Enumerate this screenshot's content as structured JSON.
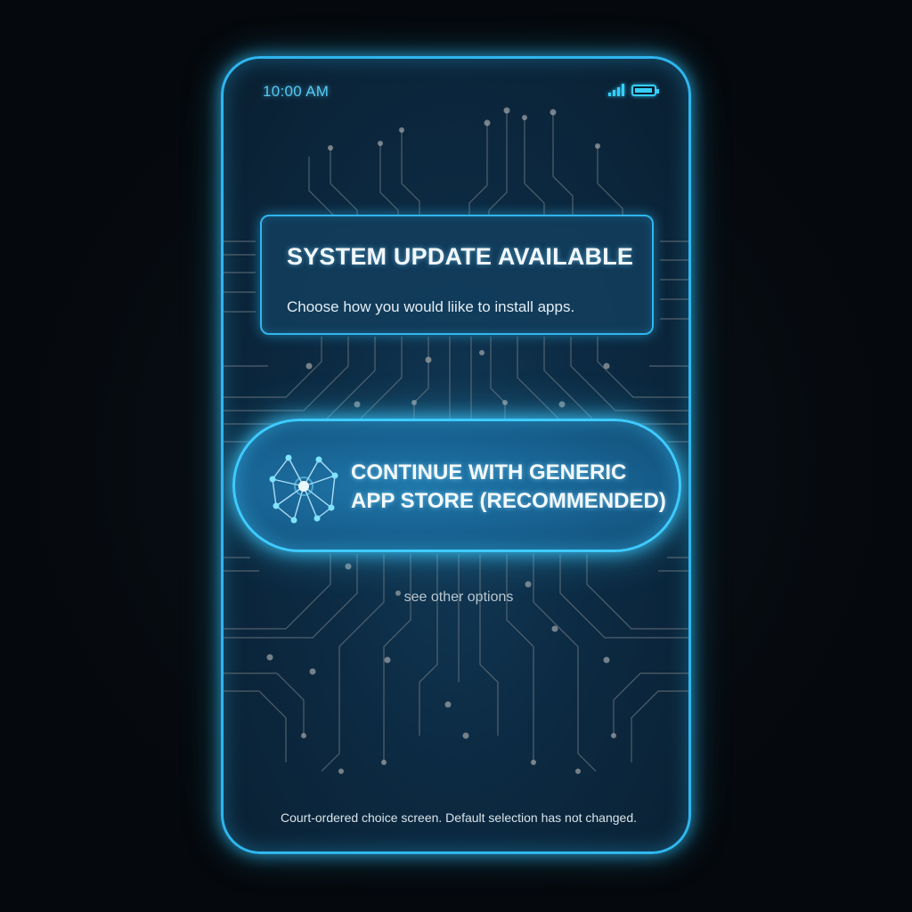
{
  "status_bar": {
    "time": "10:00 AM",
    "signal_icon": "signal-bars-icon",
    "battery_icon": "battery-full-icon"
  },
  "update_card": {
    "title": "SYSTEM UPDATE AVAILABLE",
    "subtitle": "Choose how you would liike to install apps."
  },
  "primary_action": {
    "icon": "network-node-icon",
    "label": "CONTINUE WITH GENERIC APP STORE (RECOMMENDED)"
  },
  "secondary_action": {
    "label": "see other options"
  },
  "footer": {
    "note": "Court-ordered choice screen. Default selection has not changed."
  },
  "colors": {
    "accent": "#2fb6ee",
    "glow": "#3ecbff",
    "background": "#05080c",
    "circuit": "#8d8f93"
  }
}
